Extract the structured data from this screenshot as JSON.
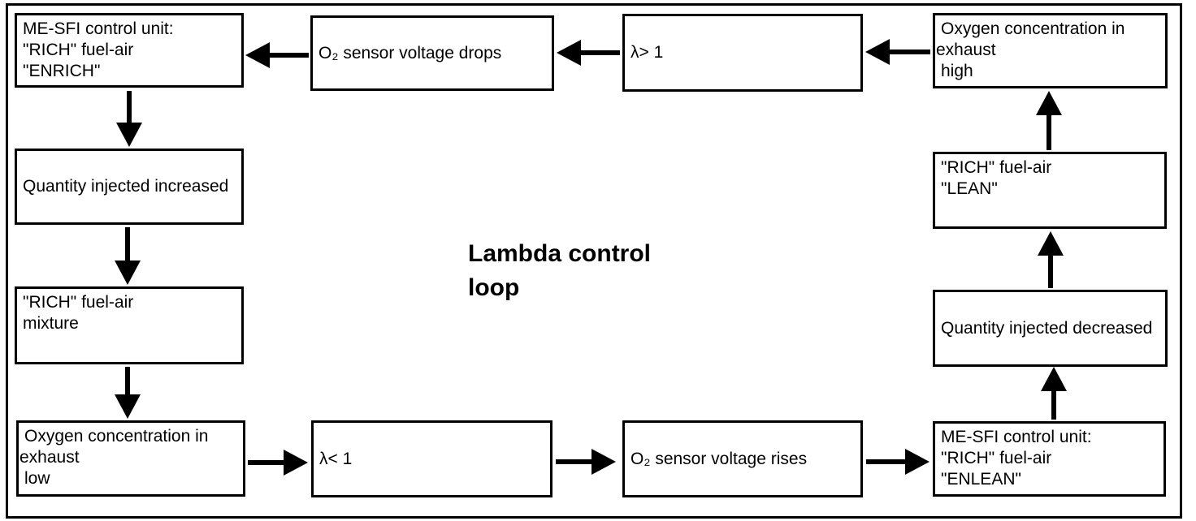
{
  "title": {
    "line1": "Lambda control",
    "line2": "loop"
  },
  "boxes": {
    "me_sfi_enrich": {
      "lines": [
        "ME-SFI control unit:",
        "\"RICH\" fuel-air",
        "\"ENRICH\""
      ]
    },
    "o2_drops": {
      "lines": [
        "O₂ sensor voltage drops"
      ]
    },
    "lambda_gt": {
      "lines": [
        "λ> 1"
      ]
    },
    "oxygen_high": {
      "lines": [
        "Oxygen concentration in",
        "exhaust",
        "high"
      ]
    },
    "qty_increased": {
      "lines": [
        "Quantity injected increased"
      ]
    },
    "rich_mixture": {
      "lines": [
        "\"RICH\" fuel-air",
        "mixture"
      ]
    },
    "oxygen_low": {
      "lines": [
        "Oxygen concentration in",
        "exhaust",
        "low"
      ]
    },
    "lambda_lt": {
      "lines": [
        "λ< 1"
      ]
    },
    "o2_rises": {
      "lines": [
        "O₂ sensor voltage rises"
      ]
    },
    "me_sfi_enlean": {
      "lines": [
        "ME-SFI control unit:",
        "\"RICH\" fuel-air",
        "\"ENLEAN\""
      ]
    },
    "qty_decreased": {
      "lines": [
        "Quantity injected decreased"
      ]
    },
    "rich_lean": {
      "lines": [
        "\"RICH\" fuel-air",
        "\"LEAN\""
      ]
    }
  },
  "colors": {
    "line": "#000000",
    "background": "#ffffff"
  }
}
